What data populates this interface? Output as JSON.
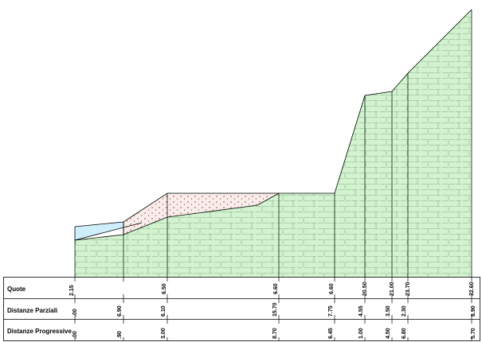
{
  "table": {
    "rows": [
      {
        "label": "Quote",
        "values": [
          "2.15",
          "6.50",
          "6.60",
          "6.60",
          "20.50",
          "21.00",
          "23.70",
          "32.60"
        ]
      },
      {
        "label": "Distanze Parziali",
        "values": [
          ".00",
          "6.90",
          "6.10",
          "15.70",
          "7.75",
          "4.55",
          "3.50",
          "2.30",
          "8.90"
        ]
      },
      {
        "label": "Distanze Progressive",
        "values": [
          ".00",
          ".90",
          "3.00",
          "8.70",
          "6.45",
          "1.00",
          "4.50",
          "6.80",
          "5.70"
        ]
      }
    ]
  },
  "colors": {
    "terrain": "#d2f2d0",
    "terrain_pattern": "#7fb07f",
    "water": "#cdeefa",
    "fill_material": "#f7eeec",
    "fill_dots": "#a22222",
    "lines": "#000000"
  }
}
